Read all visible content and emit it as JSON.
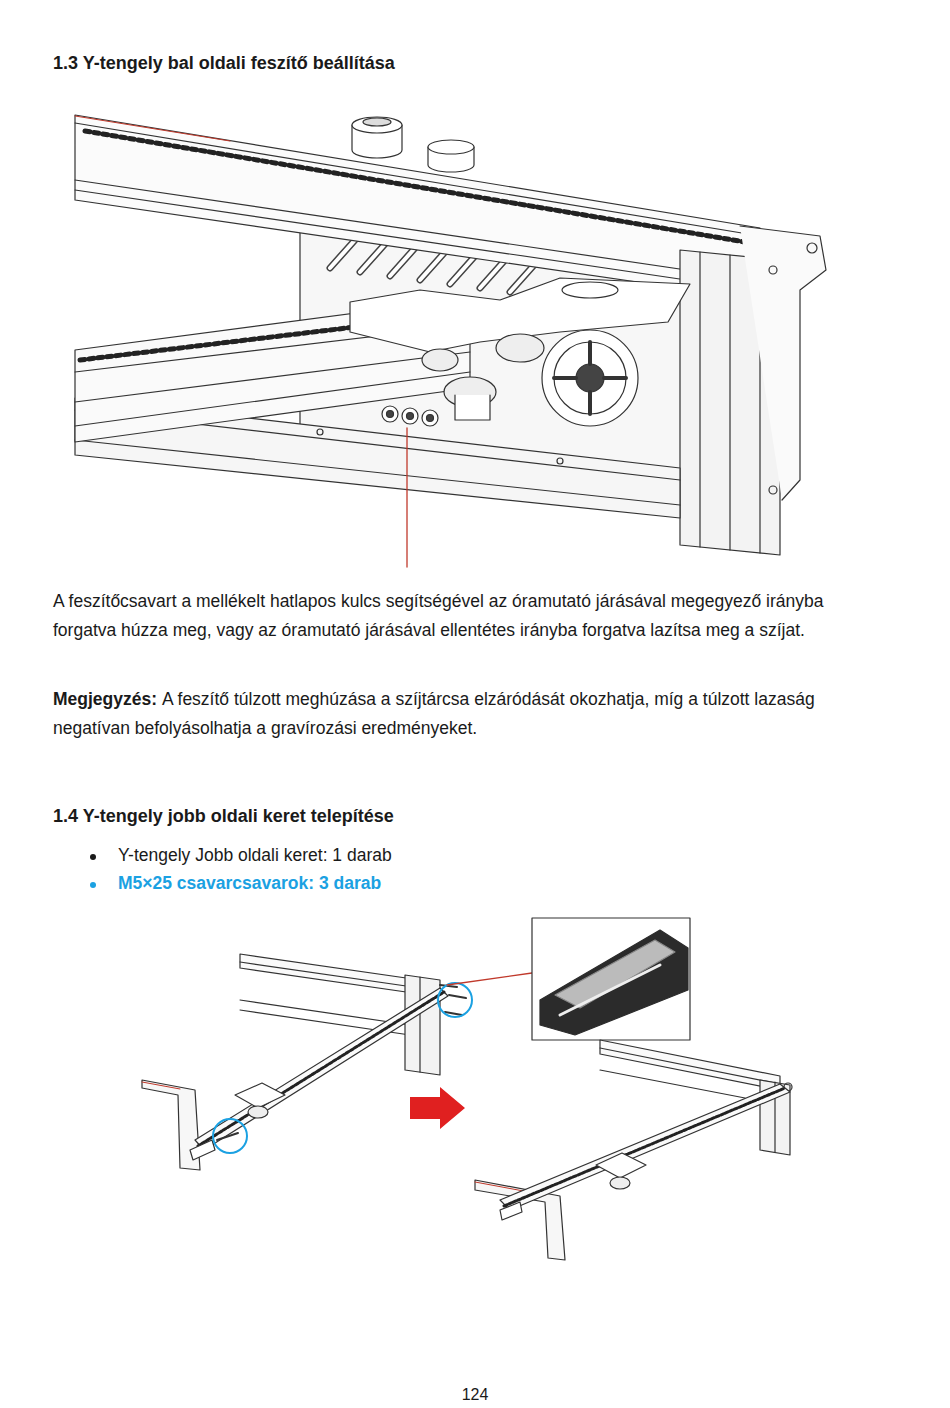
{
  "diagram": {
    "title": "1.3 Y-tengely bal oldali feszítő beállítása",
    "labels": [
      "A feszítőcsavart a mellékelt hatlapos kulcs segítségével az óramutató járásával megegyező irányba forgatva húzza meg, vagy az óramutató járásával ellentétes irányba forgatva lazítsa meg a szíjat.",
      "Megjegyzés:",
      "A feszítő túlzott meghúzása a szíjtárcsa elzáródását okozhatja, míg a túlzott lazaság negatívan befolyásolhatja a gravírozási eredményeket.",
      "1.4 Y-tengely jobb oldali keret telepítése",
      "Y-tengely Jobb oldali keret: 1 darab",
      "M5×25 csavarcsavarok: 3 darab",
      "124"
    ]
  }
}
